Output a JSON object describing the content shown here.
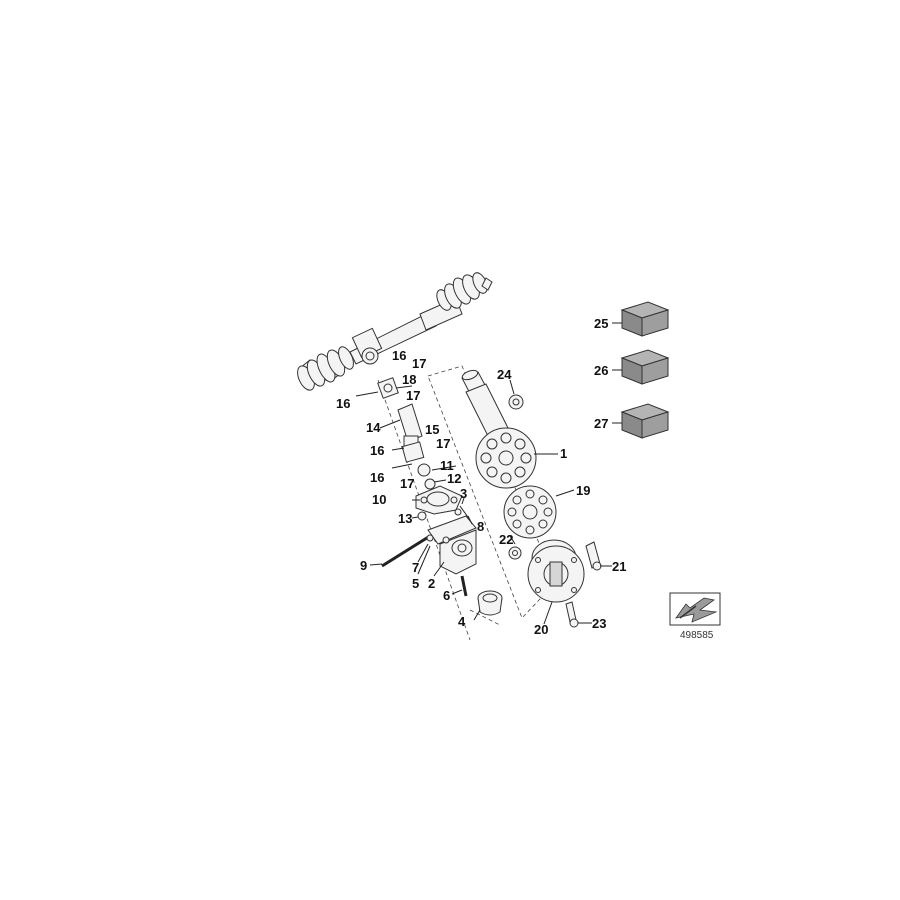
{
  "diagram": {
    "labels": {
      "p1": "1",
      "p2": "2",
      "p3": "3",
      "p4": "4",
      "p5": "5",
      "p6": "6",
      "p7": "7",
      "p8": "8",
      "p9": "9",
      "p10": "10",
      "p11": "11",
      "p12": "12",
      "p13": "13",
      "p14": "14",
      "p15": "15",
      "p16a": "16",
      "p16b": "16",
      "p16c": "16",
      "p16d": "16",
      "p17a": "17",
      "p17b": "17",
      "p17c": "17",
      "p17d": "17",
      "p18": "18",
      "p19": "19",
      "p20": "20",
      "p21": "21",
      "p22": "22",
      "p23": "23",
      "p24": "24",
      "p25": "25",
      "p26": "26",
      "p27": "27"
    },
    "reference_number": "498585",
    "colors": {
      "part_fill": "#f4f4f4",
      "box_fill": "#8a8a8a",
      "line": "#222222"
    }
  }
}
